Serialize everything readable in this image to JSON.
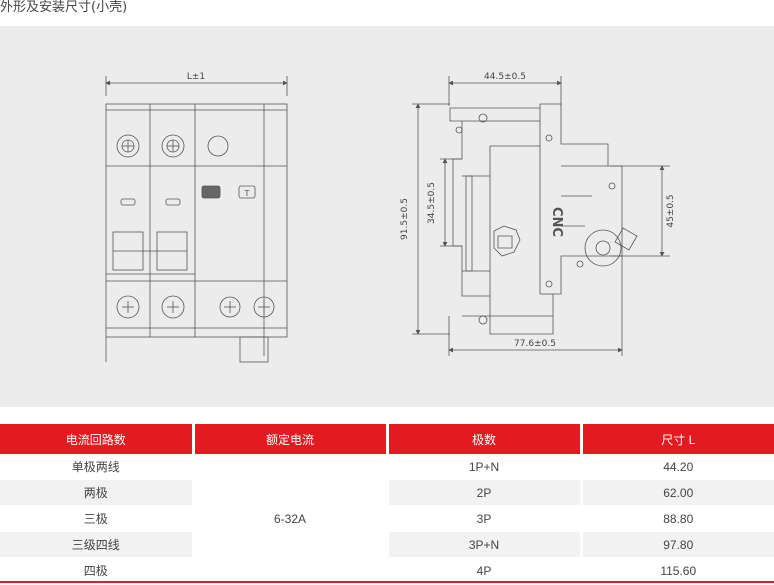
{
  "page": {
    "title": "外形及安装尺寸(小壳)"
  },
  "drawing": {
    "front": {
      "width_dim": "L±1"
    },
    "side": {
      "top_dim": "44.5±0.5",
      "bottom_dim": "77.6±0.5",
      "height_dim": "91.5±0.5",
      "rail_dim": "34.5±0.5",
      "right_dim": "45±0.5",
      "brand": "CNC"
    }
  },
  "table": {
    "headers": [
      "电流回路数",
      "额定电流",
      "极数",
      "尺寸 L"
    ],
    "rated_current": "6-32A",
    "rows": [
      {
        "circuit": "单极两线",
        "poles": "1P+N",
        "size": "44.20"
      },
      {
        "circuit": "两极",
        "poles": "2P",
        "size": "62.00"
      },
      {
        "circuit": "三极",
        "poles": "3P",
        "size": "88.80"
      },
      {
        "circuit": "三级四线",
        "poles": "3P+N",
        "size": "97.80"
      },
      {
        "circuit": "四极",
        "poles": "4P",
        "size": "115.60"
      }
    ]
  }
}
